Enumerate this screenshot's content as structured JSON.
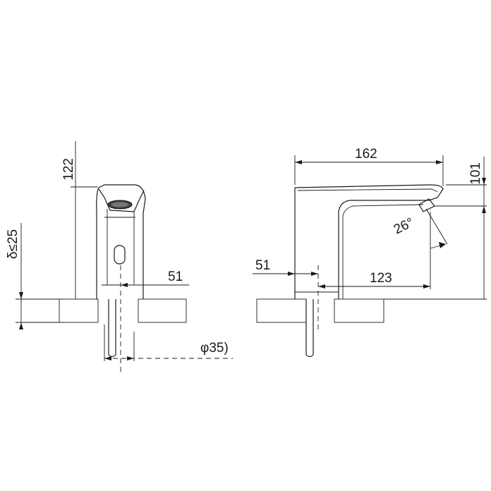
{
  "front_view": {
    "height_above_spout": "122",
    "deck_thickness": "δ≤25",
    "inlet_offset": "51",
    "hole_diameter": "φ35)"
  },
  "side_view": {
    "total_length": "162",
    "total_height": "101",
    "spout_angle": "26°",
    "inlet_offset": "51",
    "spout_reach": "123"
  },
  "colors": {
    "line": "#1a1a1a",
    "hatch": "#8c8c8c",
    "background": "#ffffff"
  }
}
